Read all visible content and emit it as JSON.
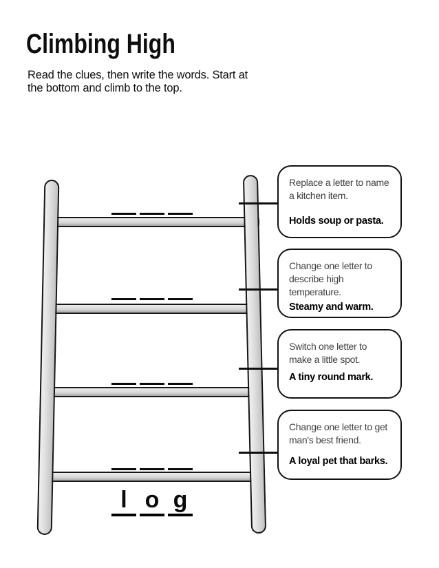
{
  "header": {
    "title": "Climbing High",
    "instructions_line1": "Read the clues, then write the words. Start at",
    "instructions_line2": "the bottom and climb to the top."
  },
  "clues": [
    {
      "lines": [
        "Replace a letter to name",
        "a kitchen item."
      ],
      "hint": "Holds soup or pasta."
    },
    {
      "lines": [
        "Change one letter to",
        "describe high",
        "temperature."
      ],
      "hint": "Steamy and warm."
    },
    {
      "lines": [
        "Switch one letter to",
        "make a little spot."
      ],
      "hint": "A tiny round mark."
    },
    {
      "lines": [
        "Change one letter to get",
        "man's best friend."
      ],
      "hint": "A loyal pet that barks."
    }
  ],
  "start_word": {
    "letters": [
      "l",
      "o",
      "g"
    ]
  },
  "colors": {
    "ink": "#0d0d0d",
    "clue_text_gray": "#3f3f3f",
    "rail_gray": "#dedede",
    "background": "#ffffff"
  }
}
